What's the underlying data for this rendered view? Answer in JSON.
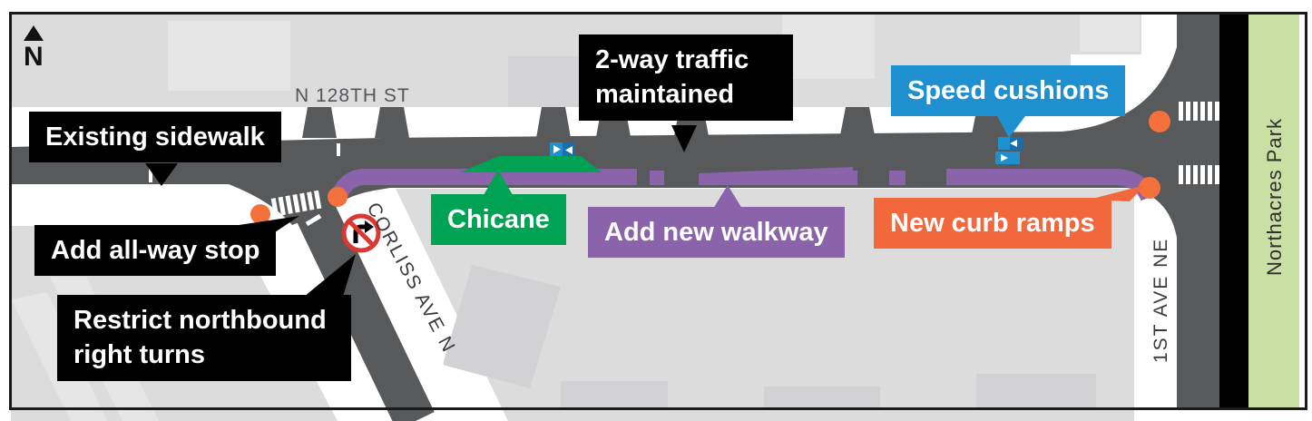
{
  "map": {
    "north_label": "N",
    "streets": {
      "main": "N 128TH ST",
      "corliss": "CORLISS AVE N",
      "first_ave": "1ST AVE NE"
    },
    "park_label": "Northacres Park",
    "callouts": {
      "existing_sidewalk": "Existing sidewalk",
      "two_way_line1": "2-way traffic",
      "two_way_line2": "maintained",
      "add_all_way_stop": "Add all-way stop",
      "restrict_line1": "Restrict northbound",
      "restrict_line2": "right turns",
      "chicane": "Chicane",
      "add_new_walkway": "Add new walkway",
      "speed_cushions": "Speed cushions",
      "new_curb_ramps": "New curb ramps"
    },
    "colors": {
      "road": "#58595b",
      "walkway_purple": "#8a63ab",
      "chicane_green": "#00a254",
      "curb_ramp_orange": "#f2683c",
      "speed_cushion_blue": "#1f90cf",
      "park_green": "#c9e0a4",
      "callout_black": "#000000"
    }
  }
}
